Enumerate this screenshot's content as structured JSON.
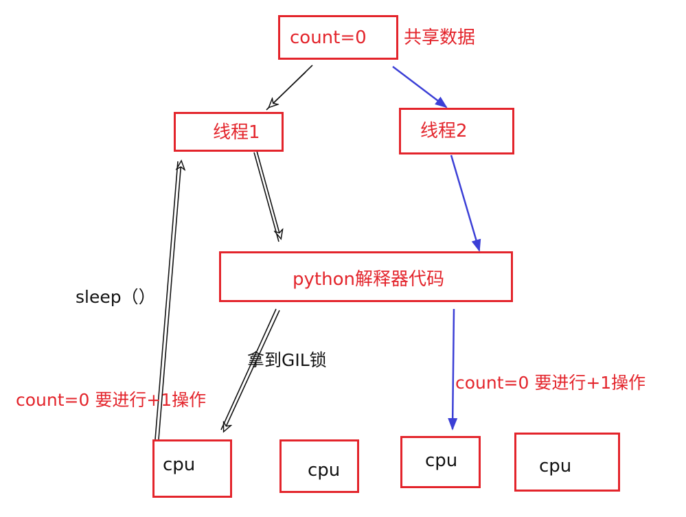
{
  "diagram": {
    "shared_var": "count=0",
    "shared_label": "共享数据",
    "thread1": "线程1",
    "thread2": "线程2",
    "interpreter": "python解释器代码",
    "sleep_label": "sleep（）",
    "gil_label": "拿到GIL锁",
    "op_left": "count=0 要进行+1操作",
    "op_right": "count=0 要进行+1操作",
    "cpus": [
      "cpu",
      "cpu",
      "cpu",
      "cpu"
    ]
  },
  "colors": {
    "box_border": "#e3242b",
    "label_red": "#e3242b",
    "arrow_blue": "#3b3fd6",
    "arrow_outline": "#111111"
  }
}
